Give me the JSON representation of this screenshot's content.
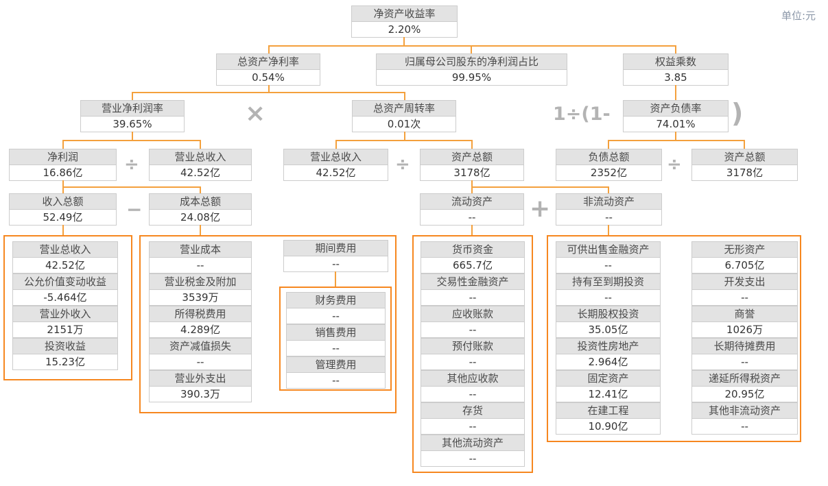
{
  "unit_label": "单位:元",
  "operators": {
    "multiply": "×",
    "divide": "÷",
    "minus": "−",
    "plus": "+",
    "one_div_open": "1÷(1-",
    "close_paren": ")"
  },
  "nodes": {
    "roe": {
      "label": "净资产收益率",
      "value": "2.20%"
    },
    "total_asset_net_margin": {
      "label": "总资产净利率",
      "value": "0.54%"
    },
    "parent_profit_ratio": {
      "label": "归属母公司股东的净利润占比",
      "value": "99.95%"
    },
    "equity_multiplier": {
      "label": "权益乘数",
      "value": "3.85"
    },
    "operating_net_margin": {
      "label": "营业净利润率",
      "value": "39.65%"
    },
    "total_asset_turnover": {
      "label": "总资产周转率",
      "value": "0.01次"
    },
    "debt_asset_ratio": {
      "label": "资产负债率",
      "value": "74.01%"
    },
    "net_profit": {
      "label": "净利润",
      "value": "16.86亿"
    },
    "total_revenue_1": {
      "label": "营业总收入",
      "value": "42.52亿"
    },
    "total_revenue_2": {
      "label": "营业总收入",
      "value": "42.52亿"
    },
    "total_assets_1": {
      "label": "资产总额",
      "value": "3178亿"
    },
    "total_liabilities": {
      "label": "负债总额",
      "value": "2352亿"
    },
    "total_assets_2": {
      "label": "资产总额",
      "value": "3178亿"
    },
    "income_total": {
      "label": "收入总额",
      "value": "52.49亿"
    },
    "cost_total": {
      "label": "成本总额",
      "value": "24.08亿"
    },
    "current_assets": {
      "label": "流动资产",
      "value": "--"
    },
    "noncurrent_assets": {
      "label": "非流动资产",
      "value": "--"
    },
    "period_expense": {
      "label": "期间费用",
      "value": "--"
    }
  },
  "groups": {
    "income_detail": [
      {
        "label": "营业总收入",
        "value": "42.52亿"
      },
      {
        "label": "公允价值变动收益",
        "value": "-5.464亿"
      },
      {
        "label": "营业外收入",
        "value": "2151万"
      },
      {
        "label": "投资收益",
        "value": "15.23亿"
      }
    ],
    "cost_detail": [
      {
        "label": "营业成本",
        "value": "--"
      },
      {
        "label": "营业税金及附加",
        "value": "3539万"
      },
      {
        "label": "所得税费用",
        "value": "4.289亿"
      },
      {
        "label": "资产减值损失",
        "value": "--"
      },
      {
        "label": "营业外支出",
        "value": "390.3万"
      }
    ],
    "period_expense_detail": [
      {
        "label": "财务费用",
        "value": "--"
      },
      {
        "label": "销售费用",
        "value": "--"
      },
      {
        "label": "管理费用",
        "value": "--"
      }
    ],
    "current_assets_detail": [
      {
        "label": "货币资金",
        "value": "665.7亿"
      },
      {
        "label": "交易性金融资产",
        "value": "--"
      },
      {
        "label": "应收账款",
        "value": "--"
      },
      {
        "label": "预付账款",
        "value": "--"
      },
      {
        "label": "其他应收款",
        "value": "--"
      },
      {
        "label": "存货",
        "value": "--"
      },
      {
        "label": "其他流动资产",
        "value": "--"
      }
    ],
    "noncurrent_assets_detail_col1": [
      {
        "label": "可供出售金融资产",
        "value": "--"
      },
      {
        "label": "持有至到期投资",
        "value": "--"
      },
      {
        "label": "长期股权投资",
        "value": "35.05亿"
      },
      {
        "label": "投资性房地产",
        "value": "2.964亿"
      },
      {
        "label": "固定资产",
        "value": "12.41亿"
      },
      {
        "label": "在建工程",
        "value": "10.90亿"
      }
    ],
    "noncurrent_assets_detail_col2": [
      {
        "label": "无形资产",
        "value": "6.705亿"
      },
      {
        "label": "开发支出",
        "value": "--"
      },
      {
        "label": "商誉",
        "value": "1026万"
      },
      {
        "label": "长期待摊费用",
        "value": "--"
      },
      {
        "label": "递延所得税资产",
        "value": "20.95亿"
      },
      {
        "label": "其他非流动资产",
        "value": "--"
      }
    ]
  },
  "colors": {
    "connector": "#F4A03C",
    "group_border": "#F6871F",
    "header_bg": "#E3E3E3",
    "header_text": "#4A4A4A",
    "value_text": "#333333",
    "operator": "#B3B3B3",
    "unit_text": "#8B97A8",
    "box_border": "#CCCCCC"
  }
}
